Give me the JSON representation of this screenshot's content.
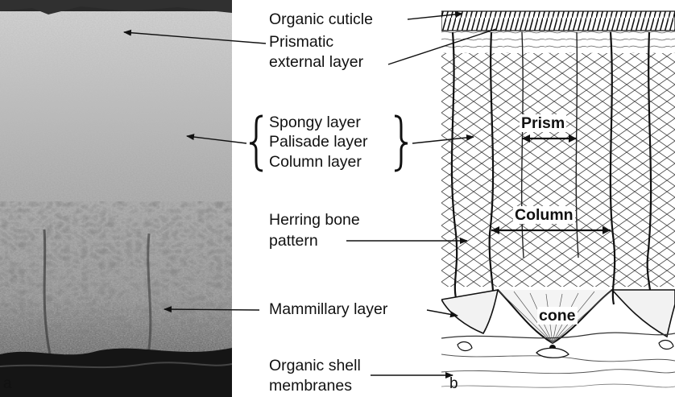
{
  "labels": {
    "organic_cuticle": "Organic cuticle",
    "prismatic_1": "Prismatic",
    "prismatic_2": "external layer",
    "spongy": "Spongy layer",
    "palisade": "Palisade layer",
    "column_layer": "Column layer",
    "herring_1": "Herring bone",
    "herring_2": "pattern",
    "mammillary": "Mammillary layer",
    "membranes_1": "Organic shell",
    "membranes_2": "membranes"
  },
  "drawing_labels": {
    "prism": "Prism",
    "column": "Column",
    "cone": "cone"
  },
  "panels": {
    "a": "a",
    "b": "b"
  }
}
